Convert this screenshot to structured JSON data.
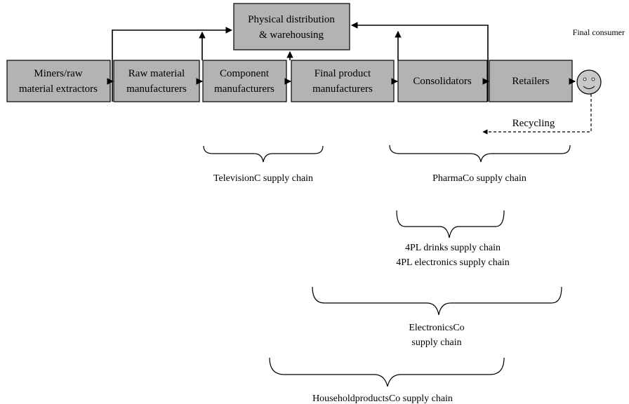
{
  "boxes": {
    "warehousing": [
      "Physical distribution",
      "& warehousing"
    ],
    "miners": [
      "Miners/raw",
      "material extractors"
    ],
    "raw_material": [
      "Raw material",
      "manufacturers"
    ],
    "component": [
      "Component",
      "manufacturers"
    ],
    "final_product": [
      "Final product",
      "manufacturers"
    ],
    "consolidators": [
      "Consolidators"
    ],
    "retailers": [
      "Retailers"
    ]
  },
  "final_consumer": "Final consumer",
  "recycling": "Recycling",
  "chains": {
    "television": "TelevisionC supply chain",
    "pharma": "PharmaCo supply chain",
    "fourpl_drinks": "4PL drinks supply chain",
    "fourpl_electronics": "4PL electronics  supply chain",
    "electronics_line1": "ElectronicsCo",
    "electronics_line2": "supply chain",
    "household": "HouseholdproductsCo supply chain"
  },
  "colors": {
    "box_fill": "#b3b3b3",
    "face_fill": "#c8c8c8",
    "line": "#000000"
  },
  "icons": {
    "consumer": "smiley-face-icon"
  }
}
